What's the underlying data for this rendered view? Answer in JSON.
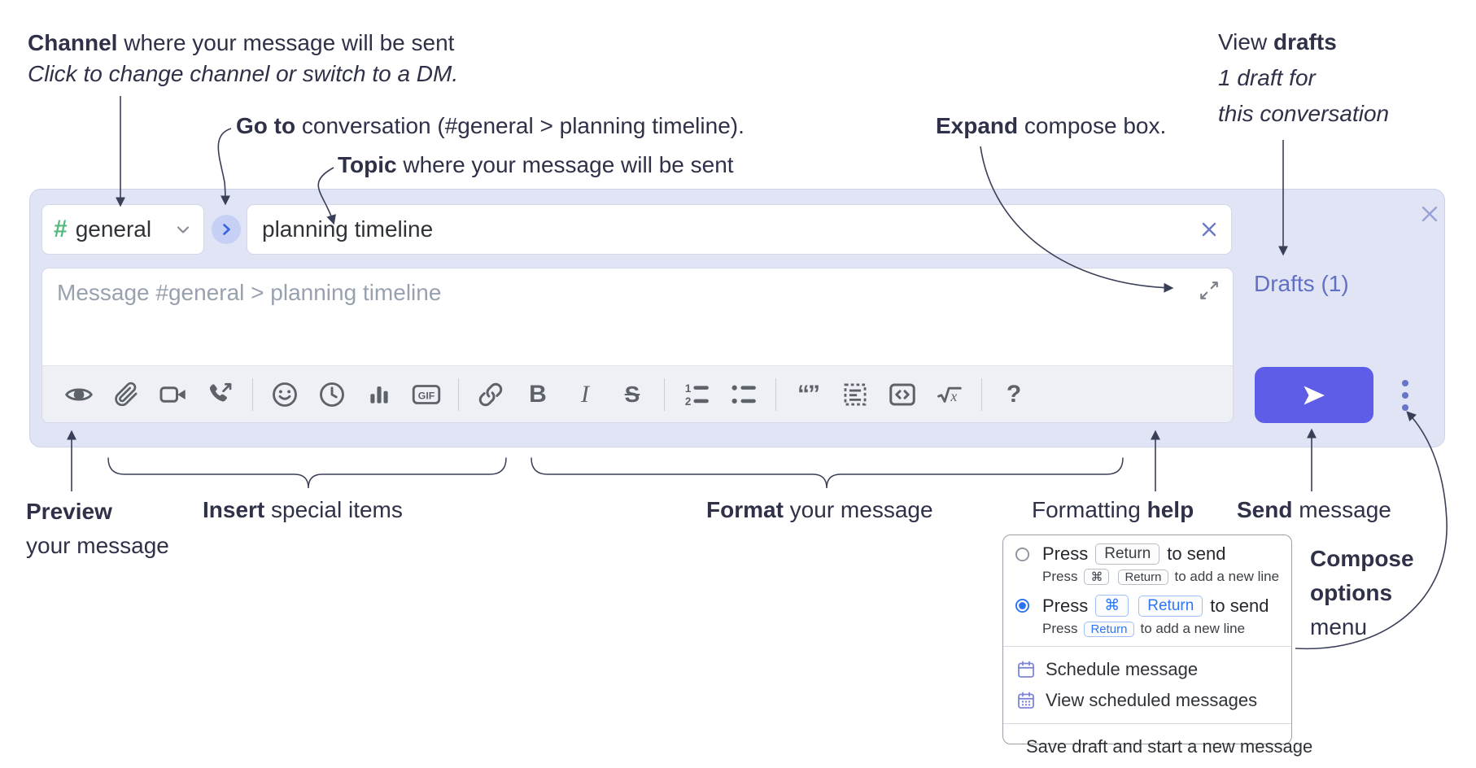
{
  "colors": {
    "compose_bg": "#e0e4f4",
    "accent_indigo": "#5e5de8",
    "link_periwinkle": "#6170c4",
    "hash_green": "#55b97e",
    "annotation_navy": "#2e3147",
    "selected_blue": "#2b72f5",
    "menu_icon_periwinkle": "#7b85d8"
  },
  "annotations": {
    "channel": {
      "bold": "Channel",
      "rest": " where your message will be sent",
      "line2": "Click to change channel or switch to a DM."
    },
    "goto": {
      "bold": "Go to",
      "rest": " conversation (#general > planning timeline)."
    },
    "topic": {
      "bold": "Topic",
      "rest": " where your message will be sent"
    },
    "expand": {
      "bold": "Expand",
      "rest": " compose box."
    },
    "view_drafts": {
      "pre": "View ",
      "bold": "drafts",
      "line2": "1 draft for",
      "line3": "this conversation"
    },
    "preview": {
      "bold": "Preview",
      "line2": "your message"
    },
    "insert": {
      "bold": "Insert",
      "rest": " special items"
    },
    "format": {
      "bold": "Format",
      "rest": " your message"
    },
    "help": {
      "pre": "Formatting ",
      "bold": "help"
    },
    "send": {
      "bold": "Send",
      "rest": " message"
    },
    "compose_options": {
      "line1": "Compose",
      "line2": "options",
      "line3": "menu"
    }
  },
  "compose": {
    "channel": {
      "name": "general"
    },
    "topic_value": "planning timeline",
    "message_placeholder": "Message #general > planning timeline",
    "drafts_label": "Drafts (1)",
    "toolbar": {
      "bold_label": "B",
      "italic_label": "I",
      "strike_label": "S",
      "quote_label": "“”",
      "gif_label": "GIF",
      "math_label": "x",
      "help_label": "?",
      "icons": [
        "preview",
        "attach",
        "video-call",
        "audio-call",
        "emoji",
        "global-time",
        "poll",
        "gif",
        "link",
        "bold",
        "italic",
        "strikethrough",
        "numbered-list",
        "bulleted-list",
        "quote",
        "spoiler",
        "code",
        "math",
        "help"
      ]
    }
  },
  "popup": {
    "options": [
      {
        "selected": false,
        "prefix": "Press",
        "key1": "Return",
        "suffix": "to send",
        "sub_prefix": "Press",
        "sub_key1": "⌘",
        "sub_key2": "Return",
        "sub_suffix": "to add a new line"
      },
      {
        "selected": true,
        "prefix": "Press",
        "key1": "⌘",
        "key2": "Return",
        "suffix": "to send",
        "sub_prefix": "Press",
        "sub_key1": "Return",
        "sub_suffix": "to add a new line"
      }
    ],
    "items": [
      "Schedule message",
      "View scheduled messages",
      "Save draft and start a new message"
    ]
  }
}
